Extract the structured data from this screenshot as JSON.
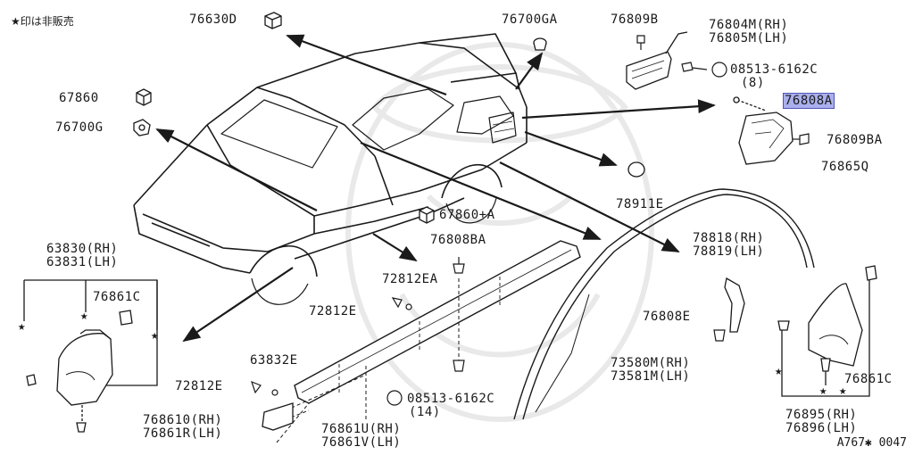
{
  "legend": "★印は非販売",
  "reference": "A767✱ 0047",
  "highlight_color": "#aab0ee",
  "labels": {
    "p76630D": "76630D",
    "p76700GA": "76700GA",
    "p76809B": "76809B",
    "p76804M": "76804M(RH)",
    "p76805M": "76805M(LH)",
    "p08513_top": "08513-6162C",
    "p08513_top_qty": "(8)",
    "p76808A": "76808A",
    "p76809BA": "76809BA",
    "p76865Q": "76865Q",
    "p67860": "67860",
    "p76700G": "76700G",
    "p78911E": "78911E",
    "p67860A": "67860+A",
    "p76808BA": "76808BA",
    "p78818": "78818(RH)",
    "p78819": "78819(LH)",
    "p63830": "63830(RH)",
    "p63831": "63831(LH)",
    "p76861C_left": "76861C",
    "p72812EA": "72812EA",
    "p72812E_mid": "72812E",
    "p76808E": "76808E",
    "p63832E": "63832E",
    "p73580M": "73580M(RH)",
    "p73581M": "73581M(LH)",
    "p72812E_left": "72812E",
    "p08513_bot": "08513-6162C",
    "p08513_bot_qty": "(14)",
    "p76861C_right": "76861C",
    "p76861Q": "768610(RH)",
    "p76861R": "76861R(LH)",
    "p76861U": "76861U(RH)",
    "p76861V": "76861V(LH)",
    "p76895": "76895(RH)",
    "p76896": "76896(LH)"
  }
}
